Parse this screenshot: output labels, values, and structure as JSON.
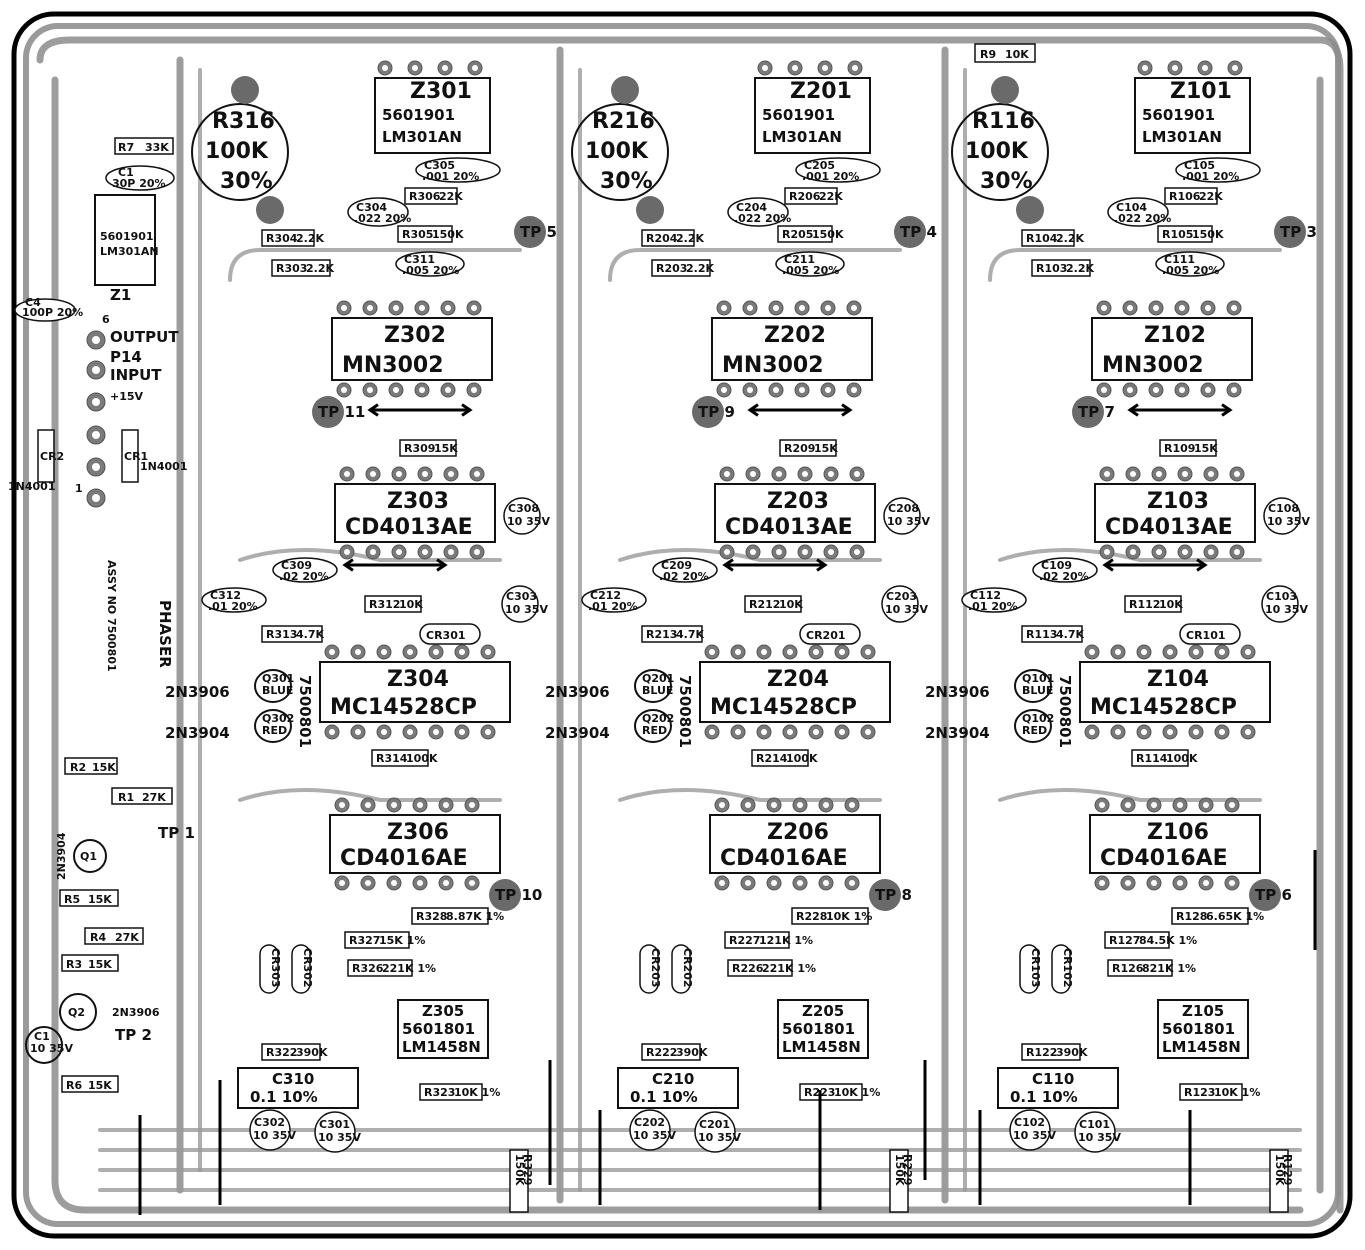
{
  "board": {
    "left_labels": {
      "output": "OUTPUT",
      "input": "INPUT",
      "p14": "P14",
      "v15": "+15V",
      "pin6": "6",
      "pin1": "1",
      "diode1": "1N4001",
      "diode2": "1N4001",
      "cr1": "CR1",
      "cr2": "CR2",
      "z1": "Z1",
      "z1_part": "5601901",
      "z1_type": "LM301AN",
      "c1": "C1",
      "c1_val": "30P 20%",
      "c4": "C4",
      "c4_val": "100P 20%",
      "r7": "R7",
      "r7_val": "33K",
      "r1": "R1",
      "r1_val": "27K",
      "r2": "R2",
      "r2_val": "15K",
      "r3": "R3",
      "r3_val": "15K",
      "r4": "R4",
      "r4_val": "27K",
      "r5": "R5",
      "r5_val": "15K",
      "r6": "R6",
      "r6_val": "15K",
      "q1": "Q1",
      "q1_type": "2N3904",
      "q2": "Q2",
      "q2_type": "2N3906",
      "tp1": "TP 1",
      "tp2": "TP 2",
      "c1b": "C1",
      "c1b_val": "10 35V",
      "phaser": "PHASER",
      "vert_note": "ASSY NO 7500801"
    },
    "stages": [
      {
        "pot": "R316",
        "pot_val": "100K",
        "pot_tol": "30%",
        "opamp": "Z301",
        "opamp_part": "5601901",
        "opamp_type": "LM301AN",
        "bbd": "Z302",
        "bbd_type": "MN3002",
        "ff": "Z303",
        "ff_type": "CD4013AE",
        "div": "Z304",
        "div_type": "MC14528CP",
        "sw": "Z306",
        "sw_type": "CD4016AE",
        "dual": "Z305",
        "dual_part": "5601801",
        "dual_type": "LM1458N",
        "cap_big": "C310",
        "cap_big_val": "0.1  10%",
        "tp_a": "TP 5",
        "tp_b": "TP 11",
        "tp_c": "TP 10",
        "q_top": "Q301",
        "q_top_col": "BLUE",
        "q_bot": "Q302",
        "q_bot_col": "RED",
        "q_top_type": "2N3906",
        "q_bot_type": "2N3904",
        "r_a": "R304",
        "r_a_val": "2.2K",
        "r_b": "R303",
        "r_b_val": "2.2K",
        "r_c": "R306",
        "r_c_val": "22K",
        "r_d": "R305",
        "r_d_val": "150K",
        "r_e": "R309",
        "r_e_val": "15K",
        "r_f": "R312",
        "r_f_val": "10K",
        "r_g": "R313",
        "r_g_val": "4.7K",
        "r_h": "R314",
        "r_h_val": "100K",
        "r_i": "R328",
        "r_i_val": "8.87K 1%",
        "r_j": "R327",
        "r_j_val": "15K 1%",
        "r_k": "R326",
        "r_k_val": "221K 1%",
        "r_l": "R322",
        "r_l_val": "390K",
        "r_m": "R323",
        "r_m_val": "10K 1%",
        "r_n": "R329",
        "r_n_val": "150K",
        "c_a": "C305",
        "c_a_val": ".001 20%",
        "c_b": "C304",
        "c_b_val": ".022 20%",
        "c_c": "C311",
        "c_c_val": ".005 20%",
        "c_d": "C309",
        "c_d_val": ".02 20%",
        "c_e": "C312",
        "c_e_val": ".01 20%",
        "c_f": "C308",
        "c_f_val": "10 35V",
        "c_g": "C303",
        "c_g_val": "10 35V",
        "c_h": "C302",
        "c_h_val": "10 35V",
        "c_i": "C301",
        "c_i_val": "10 35V",
        "cr_a": "CR301",
        "cr_b": "CR303",
        "cr_c": "CR302",
        "asm": "7500801"
      },
      {
        "pot": "R216",
        "pot_val": "100K",
        "pot_tol": "30%",
        "opamp": "Z201",
        "opamp_part": "5601901",
        "opamp_type": "LM301AN",
        "bbd": "Z202",
        "bbd_type": "MN3002",
        "ff": "Z203",
        "ff_type": "CD4013AE",
        "div": "Z204",
        "div_type": "MC14528CP",
        "sw": "Z206",
        "sw_type": "CD4016AE",
        "dual": "Z205",
        "dual_part": "5601801",
        "dual_type": "LM1458N",
        "cap_big": "C210",
        "cap_big_val": "0.1   10%",
        "tp_a": "TP 4",
        "tp_b": "TP 9",
        "tp_c": "TP 8",
        "q_top": "Q201",
        "q_top_col": "BLUE",
        "q_bot": "Q202",
        "q_bot_col": "RED",
        "q_top_type": "2N3906",
        "q_bot_type": "2N3904",
        "r_a": "R204",
        "r_a_val": "2.2K",
        "r_b": "R203",
        "r_b_val": "2.2K",
        "r_c": "R206",
        "r_c_val": "22K",
        "r_d": "R205",
        "r_d_val": "150K",
        "r_e": "R209",
        "r_e_val": "15K",
        "r_f": "R212",
        "r_f_val": "10K",
        "r_g": "R213",
        "r_g_val": "4.7K",
        "r_h": "R214",
        "r_h_val": "100K",
        "r_i": "R228",
        "r_i_val": "10K 1%",
        "r_j": "R227",
        "r_j_val": "121K 1%",
        "r_k": "R226",
        "r_k_val": "221K 1%",
        "r_l": "R222",
        "r_l_val": "390K",
        "r_m": "R223",
        "r_m_val": "10K 1%",
        "r_n": "R229",
        "r_n_val": "150K",
        "c_a": "C205",
        "c_a_val": ".001 20%",
        "c_b": "C204",
        "c_b_val": ".022 20%",
        "c_c": "C211",
        "c_c_val": ".005 20%",
        "c_d": "C209",
        "c_d_val": ".02 20%",
        "c_e": "C212",
        "c_e_val": ".01 20%",
        "c_f": "C208",
        "c_f_val": "10 35V",
        "c_g": "C203",
        "c_g_val": "10 35V",
        "c_h": "C202",
        "c_h_val": "10 35V",
        "c_i": "C201",
        "c_i_val": "10 35V",
        "cr_a": "CR201",
        "cr_b": "CR203",
        "cr_c": "CR202",
        "asm": "7500801"
      },
      {
        "pot": "R116",
        "pot_val": "100K",
        "pot_tol": "30%",
        "opamp": "Z101",
        "opamp_part": "5601901",
        "opamp_type": "LM301AN",
        "bbd": "Z102",
        "bbd_type": "MN3002",
        "ff": "Z103",
        "ff_type": "CD4013AE",
        "div": "Z104",
        "div_type": "MC14528CP",
        "sw": "Z106",
        "sw_type": "CD4016AE",
        "dual": "Z105",
        "dual_part": "5601801",
        "dual_type": "LM1458N",
        "cap_big": "C110",
        "cap_big_val": "0.1   10%",
        "tp_a": "TP 3",
        "tp_b": "TP 7",
        "tp_c": "TP 6",
        "q_top": "Q101",
        "q_top_col": "BLUE",
        "q_bot": "Q102",
        "q_bot_col": "RED",
        "q_top_type": "2N3906",
        "q_bot_type": "2N3904",
        "r_a": "R104",
        "r_a_val": "2.2K",
        "r_b": "R103",
        "r_b_val": "2.2K",
        "r_c": "R106",
        "r_c_val": "22K",
        "r_d": "R105",
        "r_d_val": "150K",
        "r_e": "R109",
        "r_e_val": "15K",
        "r_f": "R112",
        "r_f_val": "10K",
        "r_g": "R113",
        "r_g_val": "4.7K",
        "r_h": "R114",
        "r_h_val": "100K",
        "r_i": "R128",
        "r_i_val": "6.65K 1%",
        "r_j": "R127",
        "r_j_val": "84.5K 1%",
        "r_k": "R126",
        "r_k_val": "821K 1%",
        "r_l": "R122",
        "r_l_val": "390K",
        "r_m": "R123",
        "r_m_val": "10K 1%",
        "r_n": "R129",
        "r_n_val": "150K",
        "c_a": "C105",
        "c_a_val": ".001 20%",
        "c_b": "C104",
        "c_b_val": ".022 20%",
        "c_c": "C111",
        "c_c_val": ".005 20%",
        "c_d": "C109",
        "c_d_val": ".02 20%",
        "c_e": "C112",
        "c_e_val": ".01 20%",
        "c_f": "C108",
        "c_f_val": "10 35V",
        "c_g": "C103",
        "c_g_val": "10 35V",
        "c_h": "C102",
        "c_h_val": "10 35V",
        "c_i": "C101",
        "c_i_val": "10 35V",
        "cr_a": "CR101",
        "cr_b": "CR103",
        "cr_c": "CR102",
        "asm": "7500801"
      }
    ],
    "top_resistor": "R9",
    "top_resistor_val": "10K"
  }
}
